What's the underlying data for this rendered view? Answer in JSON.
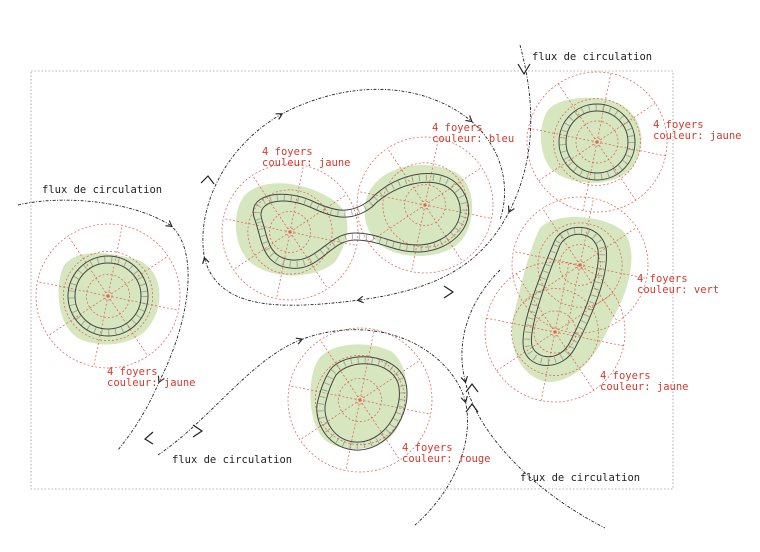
{
  "colors": {
    "label_red": "#d43a2c",
    "label_black": "#222222",
    "vegetation": "#d6e6bf",
    "guide_red": "#e05a4d",
    "boundary": "#9a9a9a",
    "flow_line": "#222222",
    "wall_stroke": "#444444"
  },
  "flows": [
    {
      "label": "flux de circulation"
    },
    {
      "label": "flux de circulation"
    },
    {
      "label": "flux de circulation"
    },
    {
      "label": "flux de circulation"
    }
  ],
  "groups": [
    {
      "line1": "4 foyers",
      "line2": "couleur: jaune"
    },
    {
      "line1": "4 foyers",
      "line2": "couleur: jaune"
    },
    {
      "line1": "4 foyers",
      "line2": "couleur: bleu"
    },
    {
      "line1": "4 foyers",
      "line2": "couleur: jaune"
    },
    {
      "line1": "4 foyers",
      "line2": "couleur: vert"
    },
    {
      "line1": "4 foyers",
      "line2": "couleur: jaune"
    },
    {
      "line1": "4 foyers",
      "line2": "couleur: rouge"
    }
  ]
}
